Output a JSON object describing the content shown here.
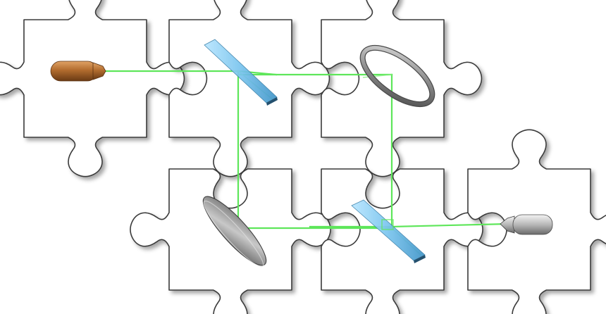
{
  "diagram": {
    "description_hidden": "",
    "pieces": [
      {
        "id": "laser-source",
        "component": "laser",
        "color": "#b0682c"
      },
      {
        "id": "beam-splitter-1",
        "component": "beam-splitter",
        "color": "#7fc8f0"
      },
      {
        "id": "ring-mirror-1",
        "component": "ring-mirror",
        "color": "#8a8a8a"
      },
      {
        "id": "disc-mirror",
        "component": "mirror-disc",
        "color": "#9a9a9a"
      },
      {
        "id": "beam-splitter-2",
        "component": "beam-splitter",
        "color": "#7fc8f0"
      },
      {
        "id": "detector",
        "component": "detector",
        "color": "#c8c8c8"
      }
    ],
    "beam_color": "#5ee65a",
    "piece_fill": "#ffffff",
    "piece_outline": "#3a3a3a"
  }
}
